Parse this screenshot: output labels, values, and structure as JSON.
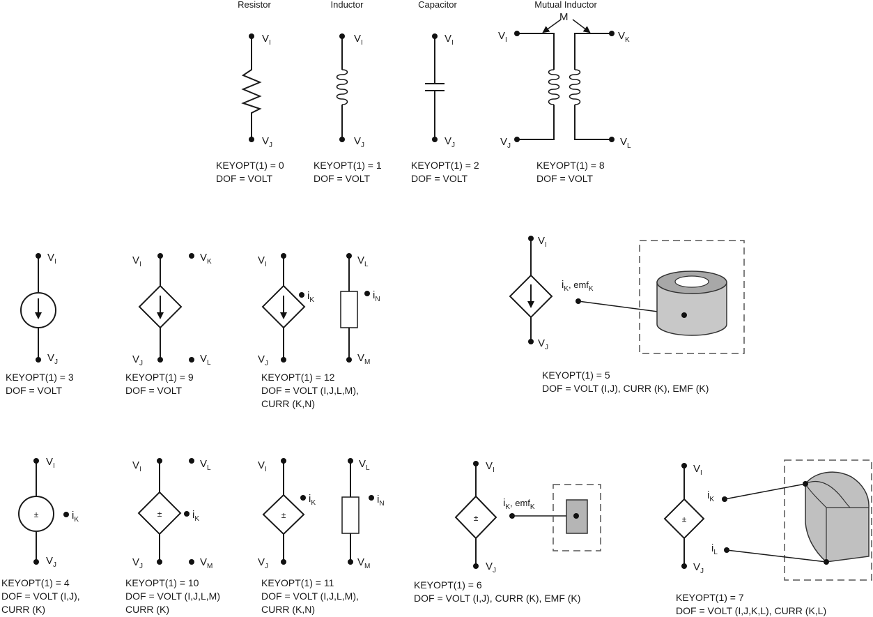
{
  "headers": {
    "resistor": "Resistor",
    "inductor": "Inductor",
    "capacitor": "Capacitor",
    "mutual_inductor": "Mutual Inductor",
    "mutual_symbol": "M"
  },
  "nodes": {
    "v": "V",
    "i": "i",
    "I": "I",
    "J": "J",
    "K": "K",
    "L": "L",
    "M": "M",
    "N": "N",
    "emf_prefix": ", emf",
    "pm": "±"
  },
  "options": {
    "k0": {
      "keyopt": "KEYOPT(1) = 0",
      "dof": "DOF = VOLT"
    },
    "k1": {
      "keyopt": "KEYOPT(1) = 1",
      "dof": "DOF = VOLT"
    },
    "k2": {
      "keyopt": "KEYOPT(1) = 2",
      "dof": "DOF = VOLT"
    },
    "k8": {
      "keyopt": "KEYOPT(1) = 8",
      "dof": "DOF = VOLT"
    },
    "k3": {
      "keyopt": "KEYOPT(1) = 3",
      "dof": "DOF = VOLT"
    },
    "k9": {
      "keyopt": "KEYOPT(1) = 9",
      "dof": "DOF = VOLT"
    },
    "k12": {
      "keyopt": "KEYOPT(1) = 12",
      "dof": "DOF = VOLT (I,J,L,M),",
      "dof2": "CURR (K,N)"
    },
    "k5": {
      "keyopt": "KEYOPT(1) = 5",
      "dof": "DOF = VOLT (I,J), CURR (K), EMF (K)"
    },
    "k4": {
      "keyopt": "KEYOPT(1) = 4",
      "dof": "DOF = VOLT (I,J),",
      "dof2": "CURR (K)"
    },
    "k10": {
      "keyopt": "KEYOPT(1) = 10",
      "dof": "DOF = VOLT (I,J,L,M)",
      "dof2": "CURR (K)"
    },
    "k11": {
      "keyopt": "KEYOPT(1) = 11",
      "dof": "DOF = VOLT (I,J,L,M),",
      "dof2": "CURR (K,N)"
    },
    "k6": {
      "keyopt": "KEYOPT(1) = 6",
      "dof": "DOF = VOLT (I,J), CURR (K), EMF (K)"
    },
    "k7": {
      "keyopt": "KEYOPT(1) = 7",
      "dof": "DOF = VOLT (I,J,K,L), CURR (K,L)"
    }
  }
}
